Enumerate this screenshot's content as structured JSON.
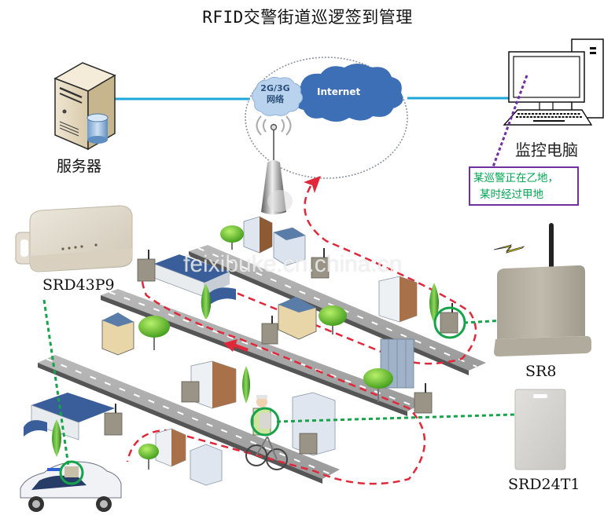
{
  "title": "RFID交警街道巡逻签到管理",
  "nodes": {
    "server": {
      "label": "服务器",
      "icon": "server-icon"
    },
    "network": {
      "cellular_label_line1": "2G/3G",
      "cellular_label_line2": "网络",
      "internet_label": "Internet",
      "icon": "cloud-icon"
    },
    "monitor": {
      "label": "监控电脑",
      "icon": "desktop-computer-icon"
    },
    "base_station": {
      "icon": "cell-tower-icon"
    }
  },
  "devices": {
    "vehicle_reader": {
      "label": "SRD43P9",
      "icon": "vehicle-rfid-reader-icon"
    },
    "fixed_reader": {
      "label": "SR8",
      "icon": "fixed-rfid-reader-icon"
    },
    "tag": {
      "label": "SRD24T1",
      "icon": "rfid-card-tag-icon"
    }
  },
  "status_message": {
    "line1": "某巡警正在乙地，",
    "line2": "某时经过甲地"
  },
  "watermark": "feixibuke.cn.china.cn",
  "colors": {
    "link_line": "#1ea7d8",
    "patrol_route": "#e0283a",
    "rf_link": "#16a34a",
    "status_link": "#7030a0",
    "status_text": "#00a651",
    "cloud_internet": "#3d6fb6",
    "cloud_cellular": "#b9d3ee"
  }
}
